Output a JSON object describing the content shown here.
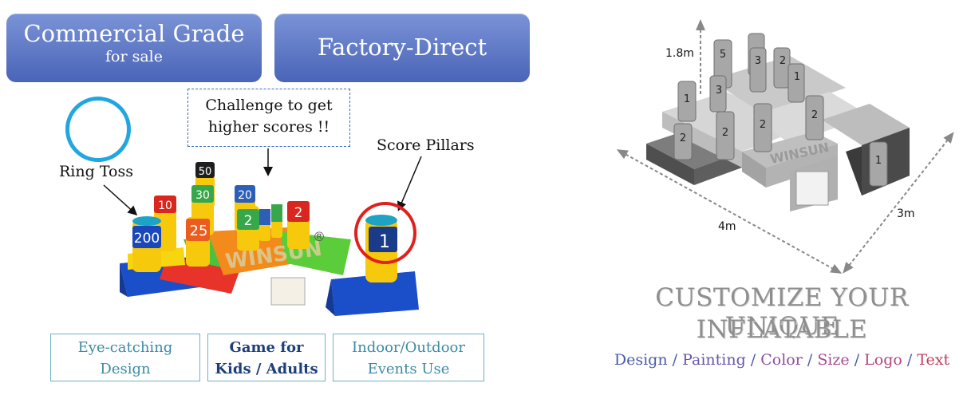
{
  "banners": {
    "commercial": {
      "title": "Commercial Grade",
      "subtitle": "for sale"
    },
    "factory": {
      "title": "Factory-Direct"
    }
  },
  "labels": {
    "ring_toss": "Ring Toss",
    "challenge_line1": "Challenge to get",
    "challenge_line2": "higher scores !!",
    "score_pillars": "Score Pillars"
  },
  "product_left": {
    "brand": "WINSUN",
    "registered": "®",
    "pillar_numbers": [
      "50",
      "10",
      "30",
      "20",
      "25",
      "2",
      "2",
      "200",
      "1"
    ]
  },
  "features": [
    {
      "line1": "Eye-catching",
      "line2": "Design",
      "color": "#3d8aa3"
    },
    {
      "line1": "Game for",
      "line2": "Kids / Adults",
      "color": "#1f3f7a"
    },
    {
      "line1": "Indoor/Outdoor",
      "line2": "Events Use",
      "color": "#3d8aa3"
    }
  ],
  "dimensions": {
    "height": "1.8m",
    "length": "4m",
    "width": "3m",
    "pillar_numbers": [
      "5",
      "3",
      "2",
      "1",
      "3",
      "2",
      "1",
      "2",
      "2",
      "2",
      "1"
    ],
    "brand": "WINSUN"
  },
  "customize": {
    "line1": "CUSTOMIZE YOUR UNIQUE",
    "line2": "INFLATABLE",
    "options": [
      {
        "text": "Design",
        "color": "#4a5aa8"
      },
      {
        "text": "Painting",
        "color": "#6a55a5"
      },
      {
        "text": "Color",
        "color": "#8e4e9e"
      },
      {
        "text": "Size",
        "color": "#a54b94"
      },
      {
        "text": "Logo",
        "color": "#b24680"
      },
      {
        "text": "Text",
        "color": "#c0405f"
      }
    ],
    "separator": " / ",
    "separator_color": "#4a5aa8"
  },
  "colors": {
    "ring_blue": "#22a6df",
    "highlight_red": "#e0201c",
    "banner_blue": "#5a74c4"
  }
}
